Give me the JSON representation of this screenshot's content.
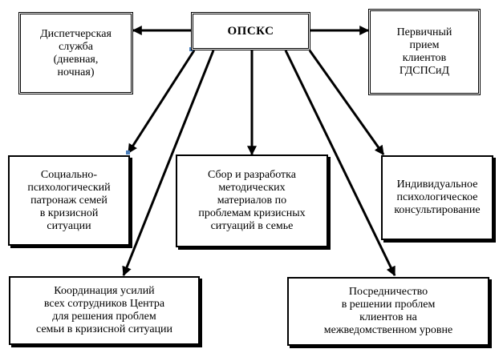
{
  "center": {
    "label": "ОПСКС"
  },
  "nodes": {
    "dispatch": {
      "lines": [
        "Диспетчерская",
        "служба",
        "(дневная,",
        "ночная)"
      ]
    },
    "primary_reception": {
      "lines": [
        "Первичный",
        "прием",
        "клиентов",
        "ГДСПСиД"
      ]
    },
    "patronage": {
      "lines": [
        "Социально-",
        "психологический",
        "патронаж семей",
        "в кризисной",
        "ситуации"
      ]
    },
    "materials": {
      "lines": [
        "Сбор и разработка",
        "методических",
        "материалов по",
        "проблемам кризисных",
        "ситуаций в семье"
      ]
    },
    "individual_counseling": {
      "lines": [
        "Индивидуальное",
        "психологическое",
        "консультирование"
      ]
    },
    "coordination": {
      "lines": [
        "Координация усилий",
        "всех сотрудников Центра",
        "для решения проблем",
        "семьи в кризисной ситуации"
      ]
    },
    "mediation": {
      "lines": [
        "Посредничество",
        "в решении проблем",
        "клиентов на",
        "межведомственном уровне"
      ]
    }
  }
}
